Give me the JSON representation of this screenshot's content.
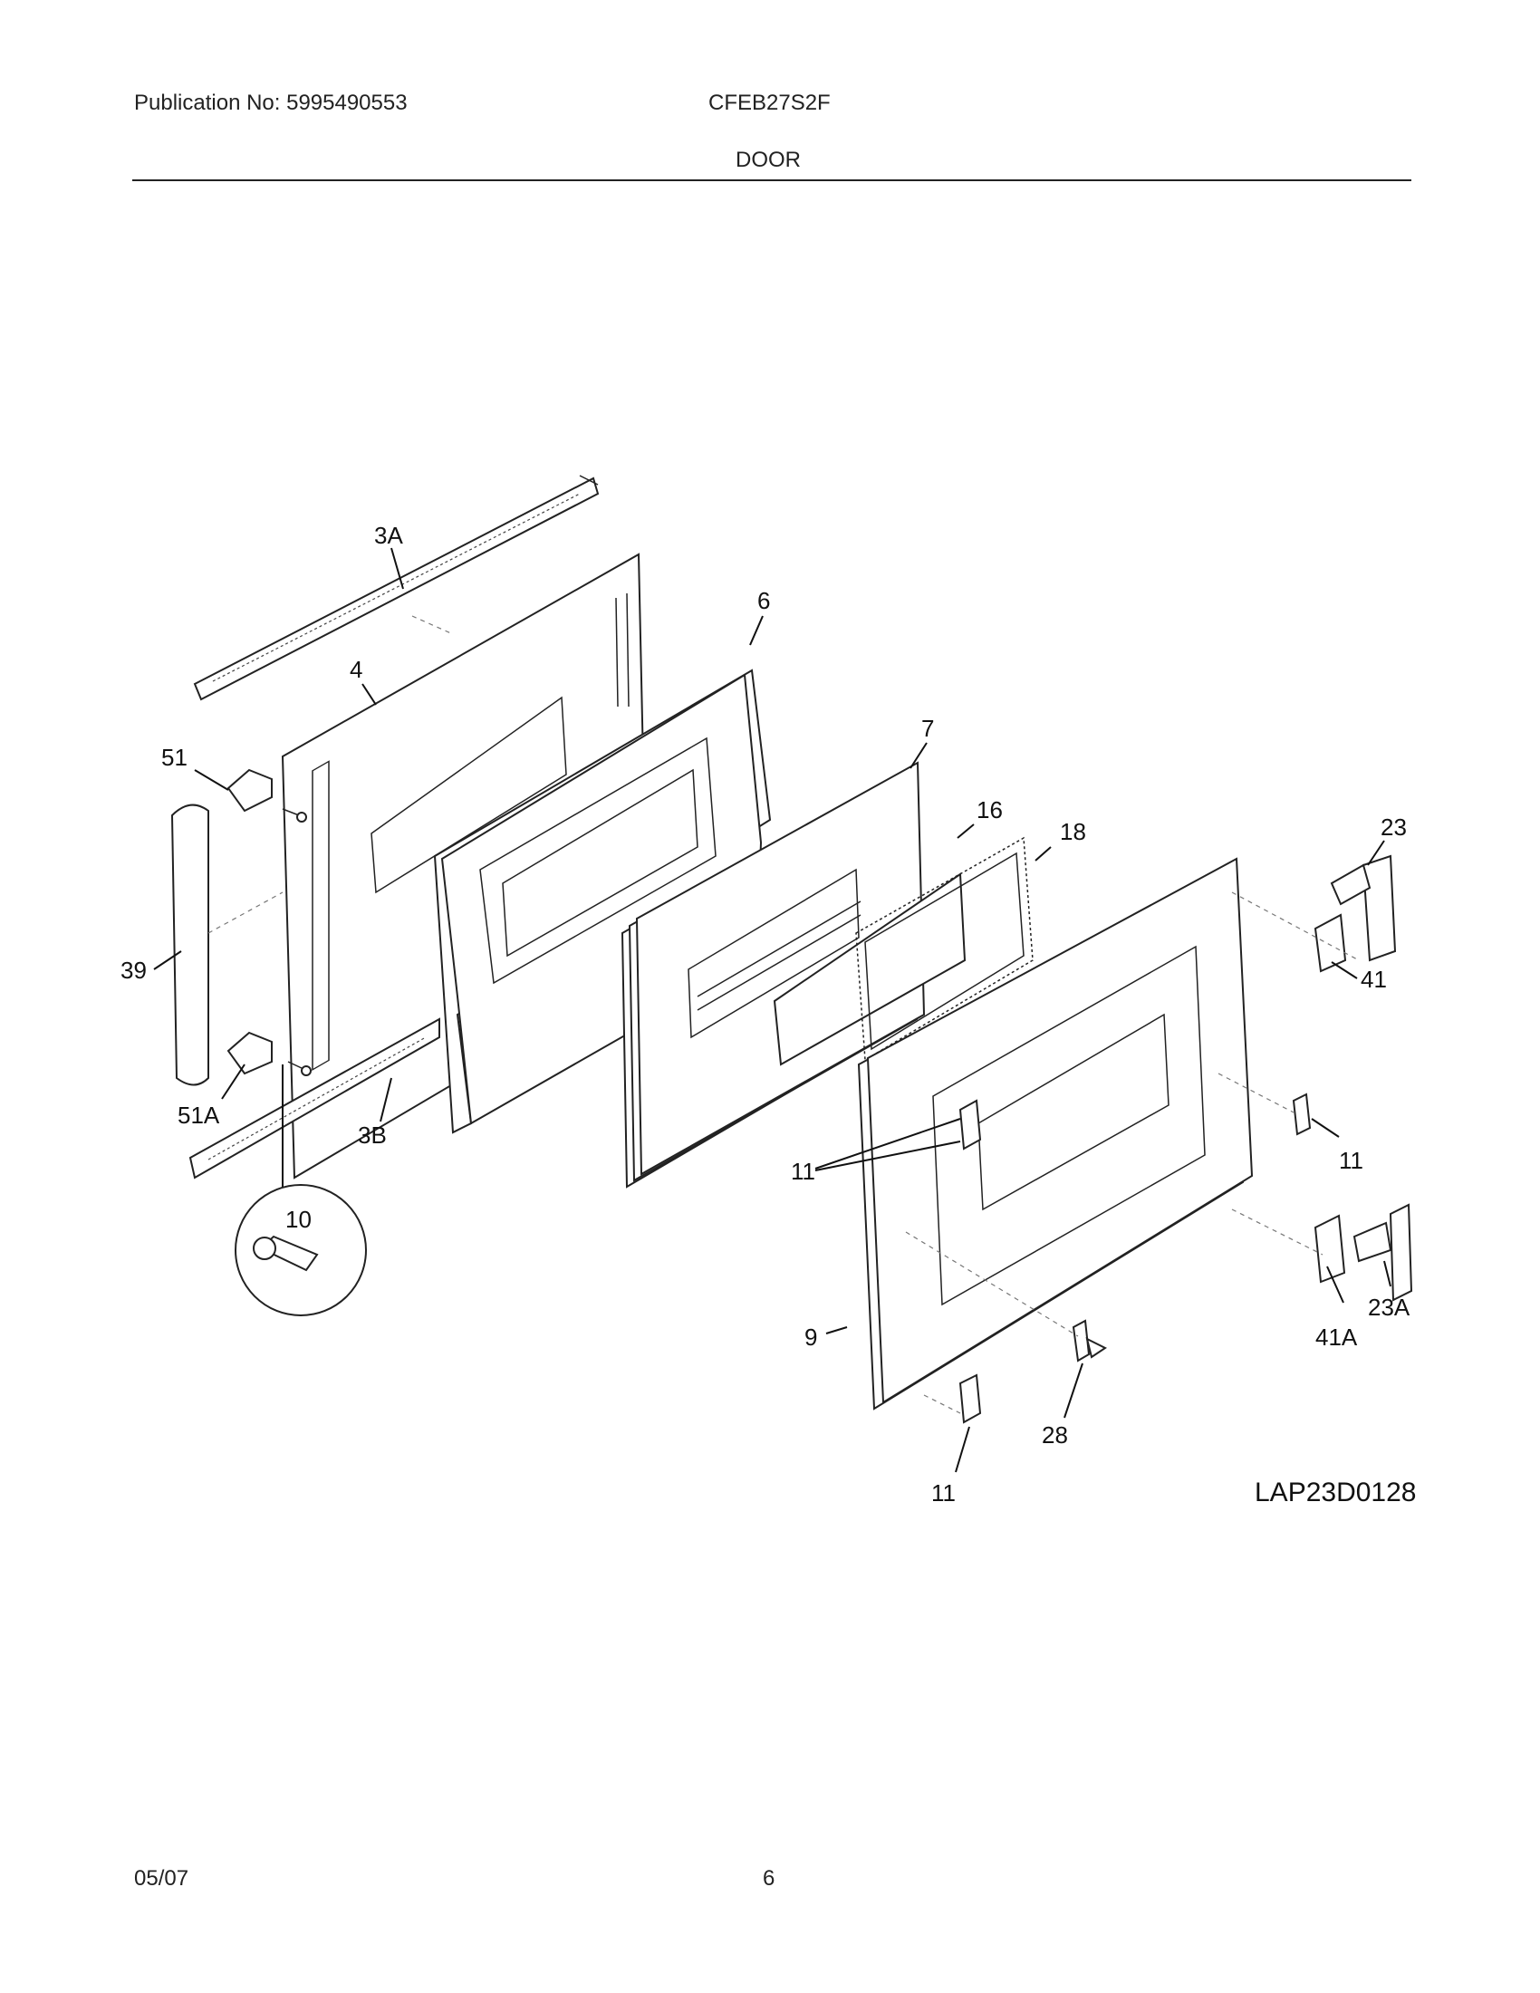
{
  "header": {
    "publication": "Publication No: 5995490553",
    "model": "CFEB27S2F",
    "section": "DOOR"
  },
  "diagram": {
    "code": "LAP23D0128",
    "callouts": {
      "c3A": "3A",
      "c4": "4",
      "c6": "6",
      "c7": "7",
      "c16": "16",
      "c18": "18",
      "c23": "23",
      "c51": "51",
      "c39": "39",
      "c41": "41",
      "c51A": "51A",
      "c3B": "3B",
      "c10": "10",
      "c11a": "11",
      "c11b": "11",
      "c11c": "11",
      "c9": "9",
      "c28": "28",
      "c41A": "41A",
      "c23A": "23A"
    }
  },
  "footer": {
    "date": "05/07",
    "page": "6"
  }
}
